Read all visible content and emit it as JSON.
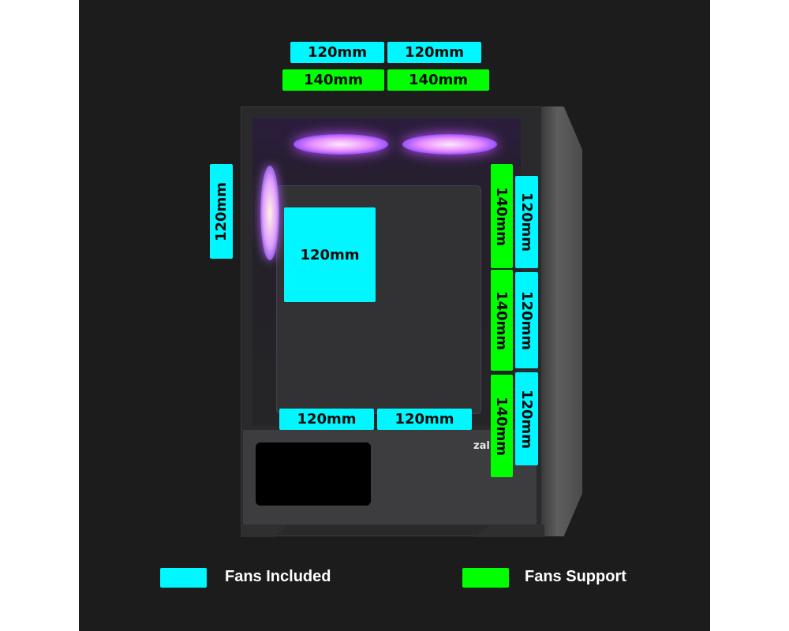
{
  "colors": {
    "background_outer": "#ffffff",
    "panel": "#1c1c1c",
    "fans_included": "#00f7ff",
    "fans_support": "#00ff00",
    "label_text": "#0a0a0a",
    "legend_text": "#ffffff"
  },
  "case": {
    "brand_text": "zal"
  },
  "top": {
    "included": [
      "120mm",
      "120mm"
    ],
    "support": [
      "140mm",
      "140mm"
    ]
  },
  "rear": {
    "included": "120mm"
  },
  "center": {
    "included": "120mm"
  },
  "front": {
    "support": [
      "140mm",
      "140mm",
      "140mm"
    ],
    "included": [
      "120mm",
      "120mm",
      "120mm"
    ]
  },
  "bottom": {
    "included": [
      "120mm",
      "120mm"
    ]
  },
  "legend": {
    "items": [
      {
        "label": "Fans Included",
        "color": "#00f7ff"
      },
      {
        "label": "Fans Support",
        "color": "#00ff00"
      }
    ]
  }
}
